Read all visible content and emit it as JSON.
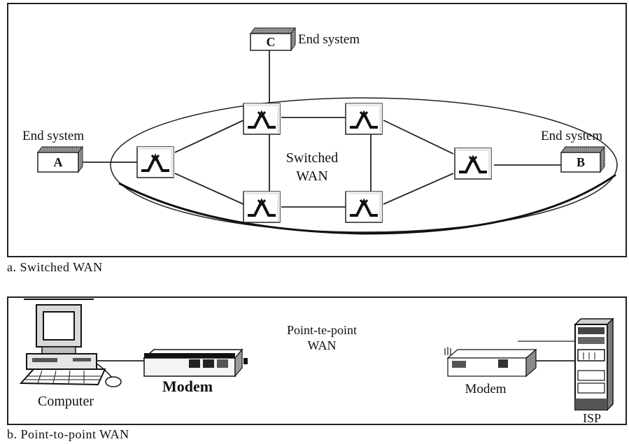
{
  "switched_wan": {
    "caption": "a. Switched WAN",
    "cloud_label_line1": "Switched",
    "cloud_label_line2": "WAN",
    "end_system_c": {
      "letter": "C",
      "label": "End system"
    },
    "end_system_a": {
      "letter": "A",
      "label": "End system"
    },
    "end_system_b": {
      "letter": "B",
      "label": "End system"
    }
  },
  "point_to_point_wan": {
    "caption": "b. Point-to-point WAN",
    "link_label_line1": "Point-te-point",
    "link_label_line2": "WAN",
    "computer_label": "Computer",
    "left_modem_label": "Modem",
    "right_modem_label": "Modem",
    "isp_label": "ISP"
  }
}
